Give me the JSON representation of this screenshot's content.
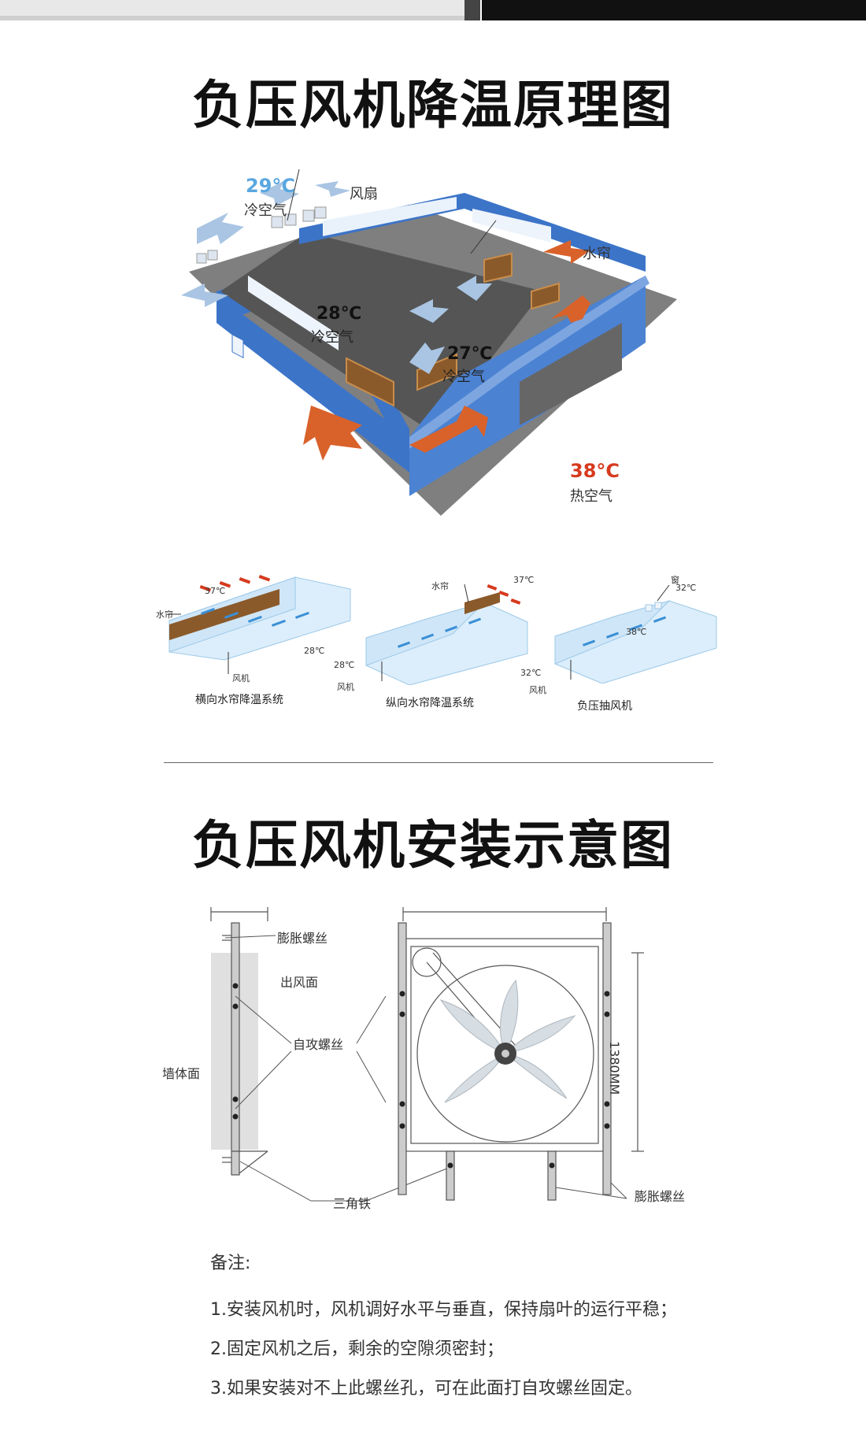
{
  "section1": {
    "title": "负压风机降温原理图",
    "main_diagram": {
      "cold_air_temp": "29°C",
      "cold_air_label": "冷空气",
      "fan_label": "风扇",
      "curtain_label": "水帘",
      "inside_temp_1": "28℃",
      "inside_label_1": "冷空气",
      "inside_temp_2": "27℃",
      "inside_label_2": "冷空气",
      "hot_air_temp": "38°C",
      "hot_air_label": "热空气"
    },
    "systems": [
      {
        "caption": "横向水帘降温系统",
        "curtain_label": "水帘",
        "fan_label": "风机",
        "temp_outside": "37℃",
        "temp_inside": "28℃"
      },
      {
        "caption": "纵向水帘降温系统",
        "curtain_label": "水帘",
        "fan_label": "风机",
        "temp_outside": "37℃",
        "temp_inside": "28℃"
      },
      {
        "caption": "负压抽风机",
        "window_label": "窗",
        "fan_label": "风机",
        "temp_top": "32℃",
        "temp_mid": "38℃",
        "temp_side": "32℃"
      }
    ]
  },
  "section2": {
    "title": "负压风机安装示意图",
    "labels": {
      "expansion_bolt_top": "膨胀螺丝",
      "outlet_face": "出风面",
      "self_tapping_screw": "自攻螺丝",
      "wall_face": "墙体面",
      "triangle_iron": "三角铁",
      "expansion_bolt_bottom": "膨胀螺丝",
      "dimension": "1380MM"
    }
  },
  "notes": {
    "heading": "备注:",
    "items": [
      "1.安装风机时，风机调好水平与垂直，保持扇叶的运行平稳；",
      "2.固定风机之后，剩余的空隙须密封；",
      "3.如果安装对不上此螺丝孔，可在此面打自攻螺丝固定。"
    ]
  },
  "colors": {
    "cold_blue": "#5aa7e0",
    "hot_orange": "#d9622b",
    "building_blue": "#3c74c8",
    "hot_red": "#d63a1e"
  }
}
